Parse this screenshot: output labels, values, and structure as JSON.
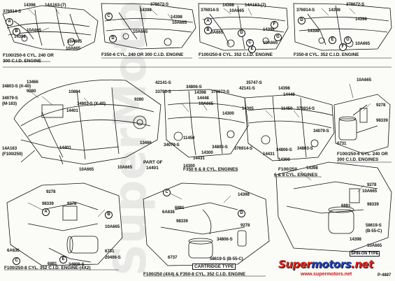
{
  "captions": {
    "p1": "F100/250-6 CYL. 240 OR",
    "p1b": "300 C.I.D. ENGINE",
    "p2": "F350-6 CYL. 240 OR 300 C.I.D. ENGINE",
    "p3": "F100/250-8 CYL. 352 C.I.D. ENGINE",
    "p4": "F350-8 CYL. 352 C.I.D. ENGINE",
    "p5": "F350 6 & 8 CYL. ENGINES",
    "p6a": "F100/250",
    "p6b": "6 & 8 CYL. ENGINES",
    "p7a": "F100/250-6 CYL. 240 OR",
    "p7b": "300 C.I.D. ENGINES",
    "p8": "F100/250-8 CYL. 352 C.I.D. ENGINE-(4X2)",
    "p9": "F100/250 (4X4) & F350-8 CYL. 352 C.I.D. ENGINE",
    "cartridge": "CARTRIDGE TYPE",
    "spin_on": "SPIN-ON TYPE",
    "part_of": "PART OF",
    "part_num": "14401"
  },
  "labels": {
    "l14398a": "14398",
    "l14a163": "14A163-(7)",
    "l376914a": "376914-S",
    "l10a665a": "10A665",
    "l378672": "378672-S",
    "l14398b": "14398",
    "l14398c": "14398",
    "l10a665b": "10A665",
    "l10a665c": "10A665",
    "l376914b": "376914-S",
    "l14398d": "14398",
    "l14a163b": "14A163-(7)",
    "l10a665d": "10A665",
    "l376914c": "376914-S",
    "l10a665e": "10A665",
    "l14398e": "14398",
    "l14398f": "14398",
    "l10a665f": "10A665",
    "l378672b": "378672-S",
    "l376914d": "376914-S",
    "l10a665g": "10A665",
    "l14398g": "14398",
    "l10a665h": "10A665",
    "l376914e": "376914-S",
    "l14398h": "14398",
    "l378672c": "378672-S",
    "l376914f": "376914-S",
    "l14398i": "14398",
    "l14398j": "14398",
    "l10a665i": "10A665",
    "l13466": "13466",
    "l9280": "9280",
    "l34803a": "34803-S (X-40)",
    "l34079a": "34079-S",
    "l16163": "(M-163)",
    "l10804": "10804",
    "l34803b": "34803-S (X-40)",
    "l14401a": "14401",
    "l9280b": "9280",
    "l14a163c": "14A163",
    "l14a163d": "(F100/250)",
    "l14401b": "14401",
    "l13466b": "13466",
    "l10a665j": "10A665",
    "l10a665k": "10A665",
    "l42141": "42141-S",
    "l33793": "33793-S",
    "l34806a": "34806-S",
    "l14398k": "14398",
    "l378672d": "378672-S",
    "l14448": "14448",
    "l10a665l": "10A665",
    "l14300a": "14300",
    "l34079b": "34079-S",
    "l11450a": "11450",
    "l34803c": "34803-S",
    "l376914g": "376914-S",
    "l14431": "14431",
    "l14300b": "14300",
    "l14300c": "14300",
    "l35747": "35747-S",
    "l42141b": "42141-S",
    "l14398l": "14398",
    "l14448b": "14448",
    "l14305": "14305",
    "l11450b": "11450",
    "l376914h": "376914-S",
    "l34079c": "34079-S",
    "l34803d": "34803-S",
    "l34806b": "34806-S",
    "l14431b": "14431",
    "l14300d": "14300",
    "l10a665m": "10A665",
    "l9278a": "9278",
    "l98339a": "98339",
    "l6731a": "6731",
    "l14398m": "14398",
    "l378672e": "378672-S",
    "l10a665n": "10A665",
    "l9278b": "9278",
    "l98339b": "98339",
    "l9278c": "9278",
    "l6a636a": "6A636",
    "l34806c": "34806-S",
    "l20406": "20406-S",
    "l10a665o": "10A665",
    "l6731b": "6731",
    "l6881a": "6881",
    "l14398n": "14398",
    "l6881b": "6881",
    "l6a636b": "6A636",
    "l98339c": "98339",
    "l9278d": "9278",
    "l34806d": "34806-S",
    "l6737": "6737",
    "l58619a": "58619-S (B-55-C)",
    "l14398o": "14398",
    "l9278e": "9278",
    "l10a665p": "10A665",
    "l98339d": "98339",
    "l6881c": "6881",
    "l58619b": "58619-S",
    "l58619c": "(B-55-C)",
    "l14398p": "14398",
    "l10a665q": "10A665"
  },
  "callouts": [
    "A",
    "B",
    "C",
    "D",
    "A",
    "B",
    "C",
    "D",
    "E",
    "F",
    "G",
    "D",
    "E",
    "F",
    "G",
    "A",
    "B",
    "C",
    "C",
    "D",
    "E"
  ],
  "logo": {
    "brand_a": "Super",
    "brand_b": "motors",
    "tld": ".net",
    "site": "www.supermotors.net"
  },
  "watermark": "SuperMotors",
  "page_number": "P-4887",
  "colors": {
    "ink": "#111111",
    "paper": "#fbfbf8",
    "logo_red": "#d7261e",
    "logo_blue": "#1f3fb0"
  }
}
